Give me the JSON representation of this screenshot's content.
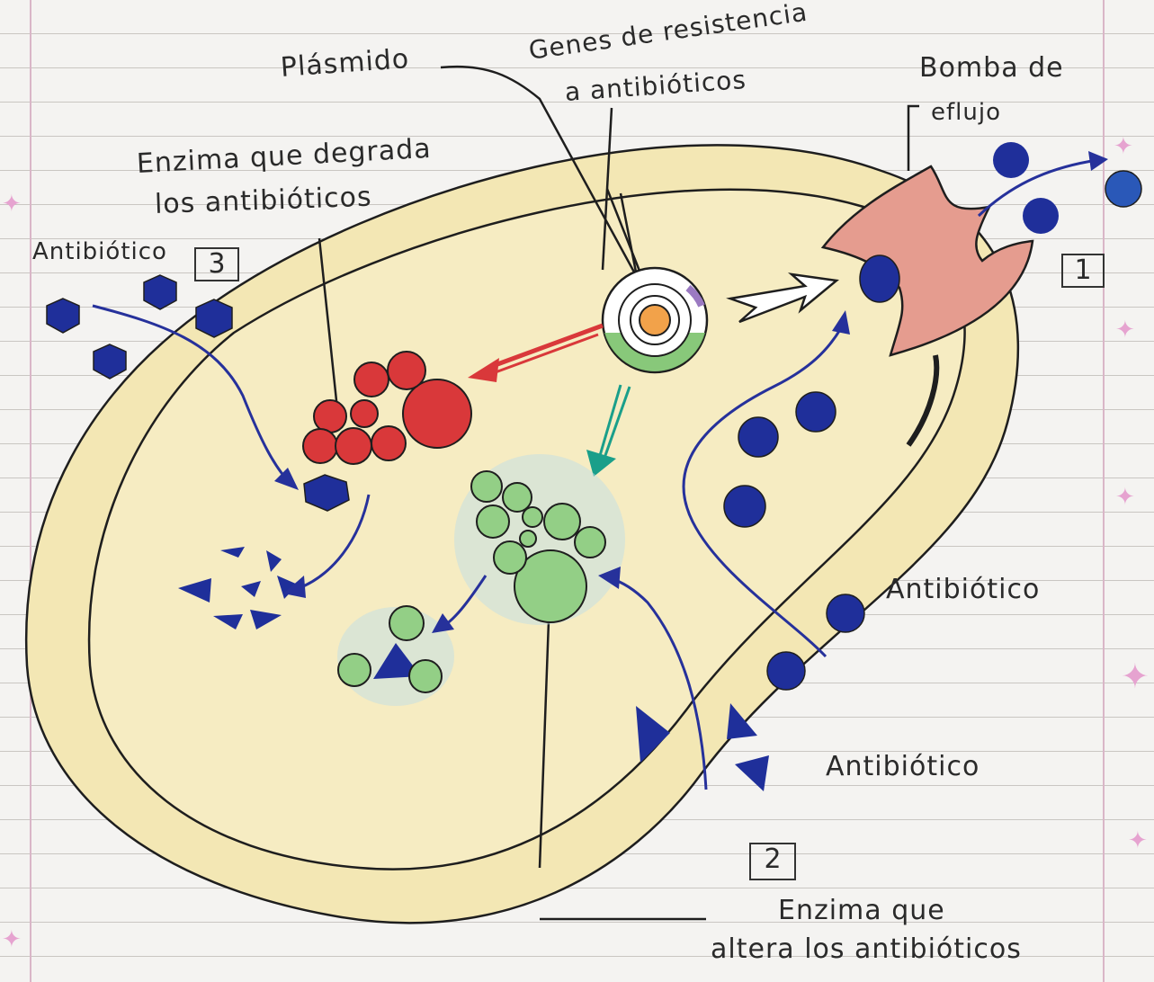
{
  "labels": {
    "plasmid": "Plásmido",
    "resistance_genes_line1": "Genes de resistencia",
    "resistance_genes_line2": "a antibióticos",
    "efflux_pump_line1": "Bomba de",
    "efflux_pump_line2": "eflujo",
    "degrading_enzyme_line1": "Enzima que degrada",
    "degrading_enzyme_line2": "los antibióticos",
    "antibiotic_left": "Antibiótico",
    "antibiotic_right_upper": "Antibiótico",
    "antibiotic_right_lower": "Antibiótico",
    "altering_enzyme_line1": "Enzima que",
    "altering_enzyme_line2": "altera los antibióticos"
  },
  "box_numbers": {
    "mechanism_1": "1",
    "mechanism_2": "2",
    "mechanism_3": "3"
  },
  "colors": {
    "cell_fill": "#f3e7b4",
    "outline": "#1e1e1e",
    "antibiotic_blue": "#1f2f9a",
    "enzyme_red": "#d9383a",
    "enzyme_green": "#93cf86",
    "pump_pink": "#e59c8f",
    "plasmid_orange": "#f2a24a",
    "arrow_teal": "#1a9f8a",
    "arrow_red": "#d9383a",
    "star_pink": "#e6a3d0"
  }
}
